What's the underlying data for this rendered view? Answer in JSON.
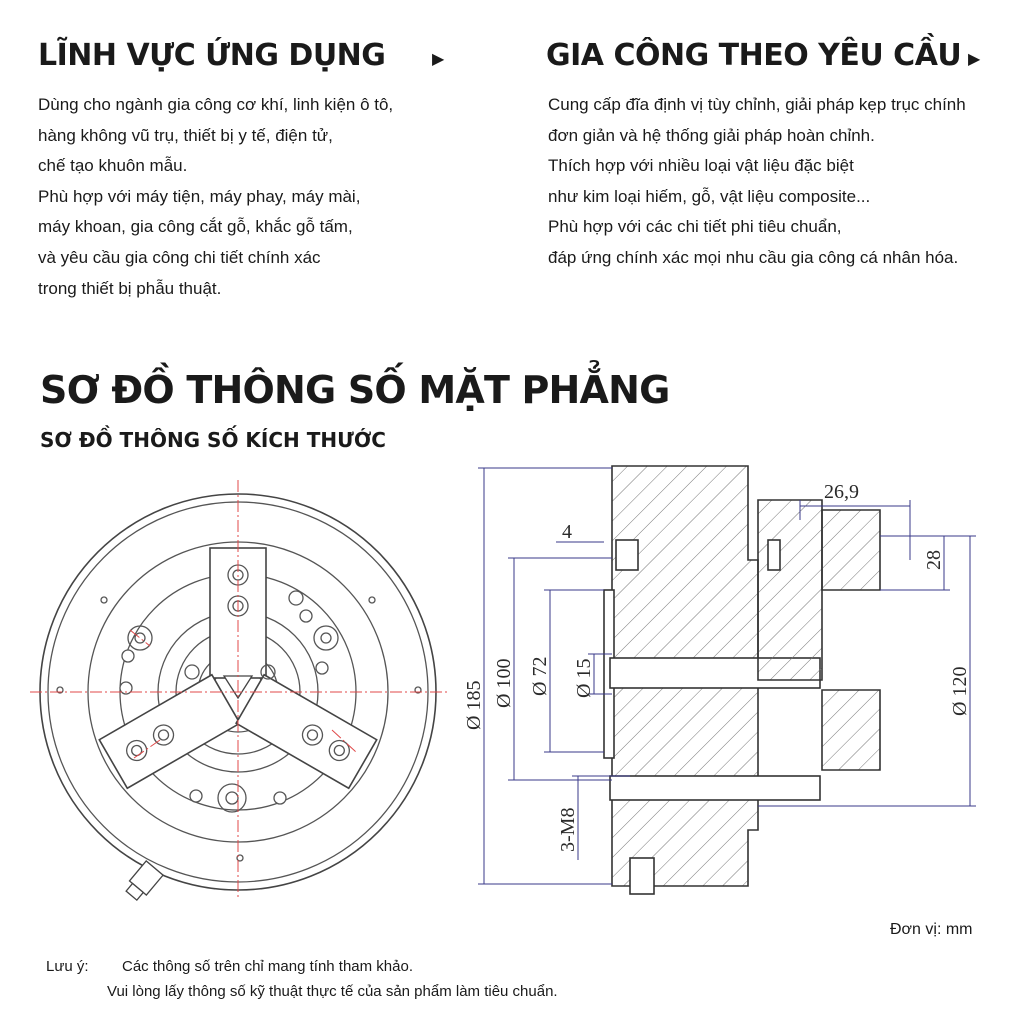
{
  "applications": {
    "title": "LĨNH VỰC ỨNG DỤNG",
    "arrow": "▶",
    "lines": [
      "Dùng cho ngành gia công cơ khí, linh kiện ô tô,",
      "hàng không vũ trụ, thiết bị y tế, điện tử,",
      "chế tạo khuôn mẫu.",
      "Phù hợp với máy tiện, máy phay, máy mài,",
      "máy khoan, gia công cắt gỗ, khắc gỗ tấm,",
      "và yêu cầu gia công chi tiết chính xác",
      "trong thiết bị phẫu thuật."
    ]
  },
  "custom": {
    "title": "GIA CÔNG THEO YÊU CẦU",
    "arrow": "▶",
    "lines": [
      "Cung cấp đĩa định vị tùy chỉnh, giải pháp kẹp trục chính",
      "đơn giản và hệ thống giải pháp hoàn chỉnh.",
      "Thích hợp với nhiều loại vật liệu đặc biệt",
      "như kim loại hiếm, gỗ, vật liệu composite...",
      "Phù hợp với các chi tiết phi tiêu chuẩn,",
      "đáp ứng chính xác mọi nhu cầu gia công cá nhân hóa."
    ]
  },
  "diagram": {
    "title": "SƠ ĐỒ THÔNG SỐ MẶT PHẲNG",
    "subtitle": "SƠ ĐỒ THÔNG SỐ KÍCH THƯỚC",
    "dimensions": {
      "d185": "Ø 185",
      "d100": "Ø 100",
      "d72": "Ø 72",
      "d15": "Ø 15",
      "d120": "Ø 120",
      "w269": "26,9",
      "w4": "4",
      "h28": "28",
      "m8": "3-M8"
    },
    "unit": "Đơn vị: mm"
  },
  "note": {
    "label": "Lưu ý:",
    "line1": "Các thông số trên chỉ mang tính tham khảo.",
    "line2": "Vui lòng lấy thông số kỹ thuật thực tế của sản phẩm làm tiêu chuẩn."
  }
}
